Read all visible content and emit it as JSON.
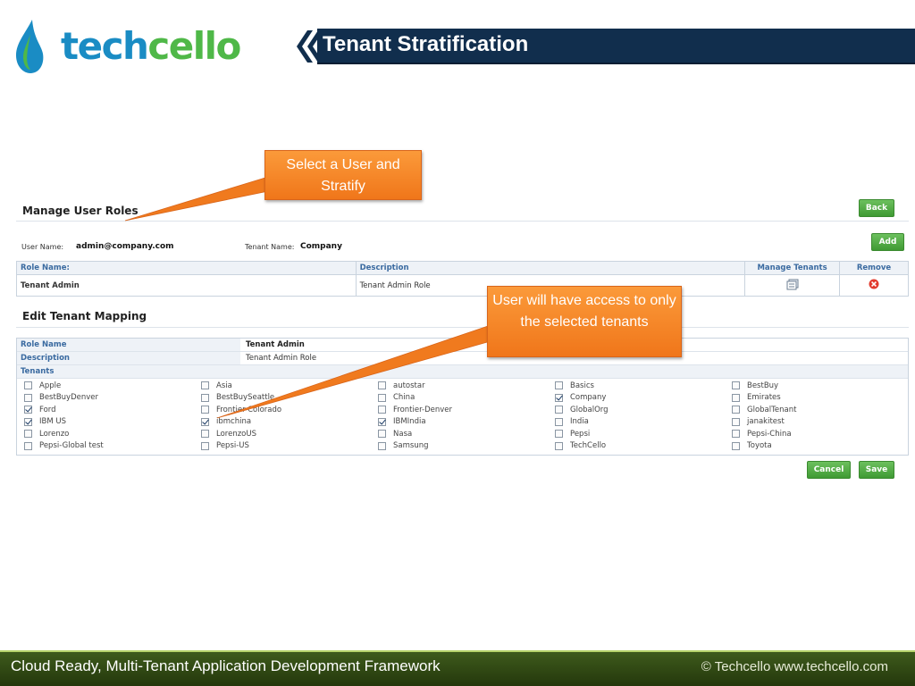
{
  "slide": {
    "logo_text_tech": "tech",
    "logo_text_cello": "cello",
    "title": "Tenant Stratification",
    "footer_left": "Cloud Ready, Multi-Tenant Application Development Framework",
    "footer_right": "© Techcello www.techcello.com"
  },
  "callouts": {
    "first": "Select a User and Stratify",
    "second": "User will have access to only the selected tenants"
  },
  "manage_user_roles": {
    "title": "Manage User Roles",
    "back_label": "Back",
    "add_label": "Add",
    "user_name_label": "User Name:",
    "user_name_value": "admin@company.com",
    "tenant_name_label": "Tenant Name:",
    "tenant_name_value": "Company",
    "columns": [
      "Role Name:",
      "Description",
      "Manage Tenants",
      "Remove"
    ],
    "rows": [
      {
        "role_name": "Tenant Admin",
        "description": "Tenant Admin Role"
      }
    ]
  },
  "edit_tenant_mapping": {
    "title": "Edit Tenant Mapping",
    "role_name_label": "Role Name",
    "role_name_value": "Tenant Admin",
    "description_label": "Description",
    "description_value": "Tenant Admin Role",
    "tenants_label": "Tenants",
    "tenants": [
      {
        "name": "Apple",
        "checked": false
      },
      {
        "name": "Asia",
        "checked": false
      },
      {
        "name": "autostar",
        "checked": false
      },
      {
        "name": "Basics",
        "checked": false
      },
      {
        "name": "BestBuy",
        "checked": false
      },
      {
        "name": "BestBuyDenver",
        "checked": false
      },
      {
        "name": "BestBuySeattle",
        "checked": false
      },
      {
        "name": "China",
        "checked": false
      },
      {
        "name": "Company",
        "checked": true
      },
      {
        "name": "Emirates",
        "checked": false
      },
      {
        "name": "Ford",
        "checked": true
      },
      {
        "name": "Frontier-Colorado",
        "checked": false
      },
      {
        "name": "Frontier-Denver",
        "checked": false
      },
      {
        "name": "GlobalOrg",
        "checked": false
      },
      {
        "name": "GlobalTenant",
        "checked": false
      },
      {
        "name": "IBM US",
        "checked": true
      },
      {
        "name": "ibmchina",
        "checked": true
      },
      {
        "name": "IBMIndia",
        "checked": true
      },
      {
        "name": "India",
        "checked": false
      },
      {
        "name": "janakitest",
        "checked": false
      },
      {
        "name": "Lorenzo",
        "checked": false
      },
      {
        "name": "LorenzoUS",
        "checked": false
      },
      {
        "name": "Nasa",
        "checked": false
      },
      {
        "name": "Pepsi",
        "checked": false
      },
      {
        "name": "Pepsi-China",
        "checked": false
      },
      {
        "name": "Pepsi-Global test",
        "checked": false
      },
      {
        "name": "Pepsi-US",
        "checked": false
      },
      {
        "name": "Samsung",
        "checked": false
      },
      {
        "name": "TechCello",
        "checked": false
      },
      {
        "name": "Toyota",
        "checked": false
      }
    ],
    "cancel_label": "Cancel",
    "save_label": "Save"
  },
  "colors": {
    "title_bar": "#112e4d",
    "callout": "#f58220",
    "button_green": "#4caf3f",
    "footer": "#2f4814",
    "logo_blue": "#1a8cc4",
    "logo_green": "#4fb848"
  }
}
